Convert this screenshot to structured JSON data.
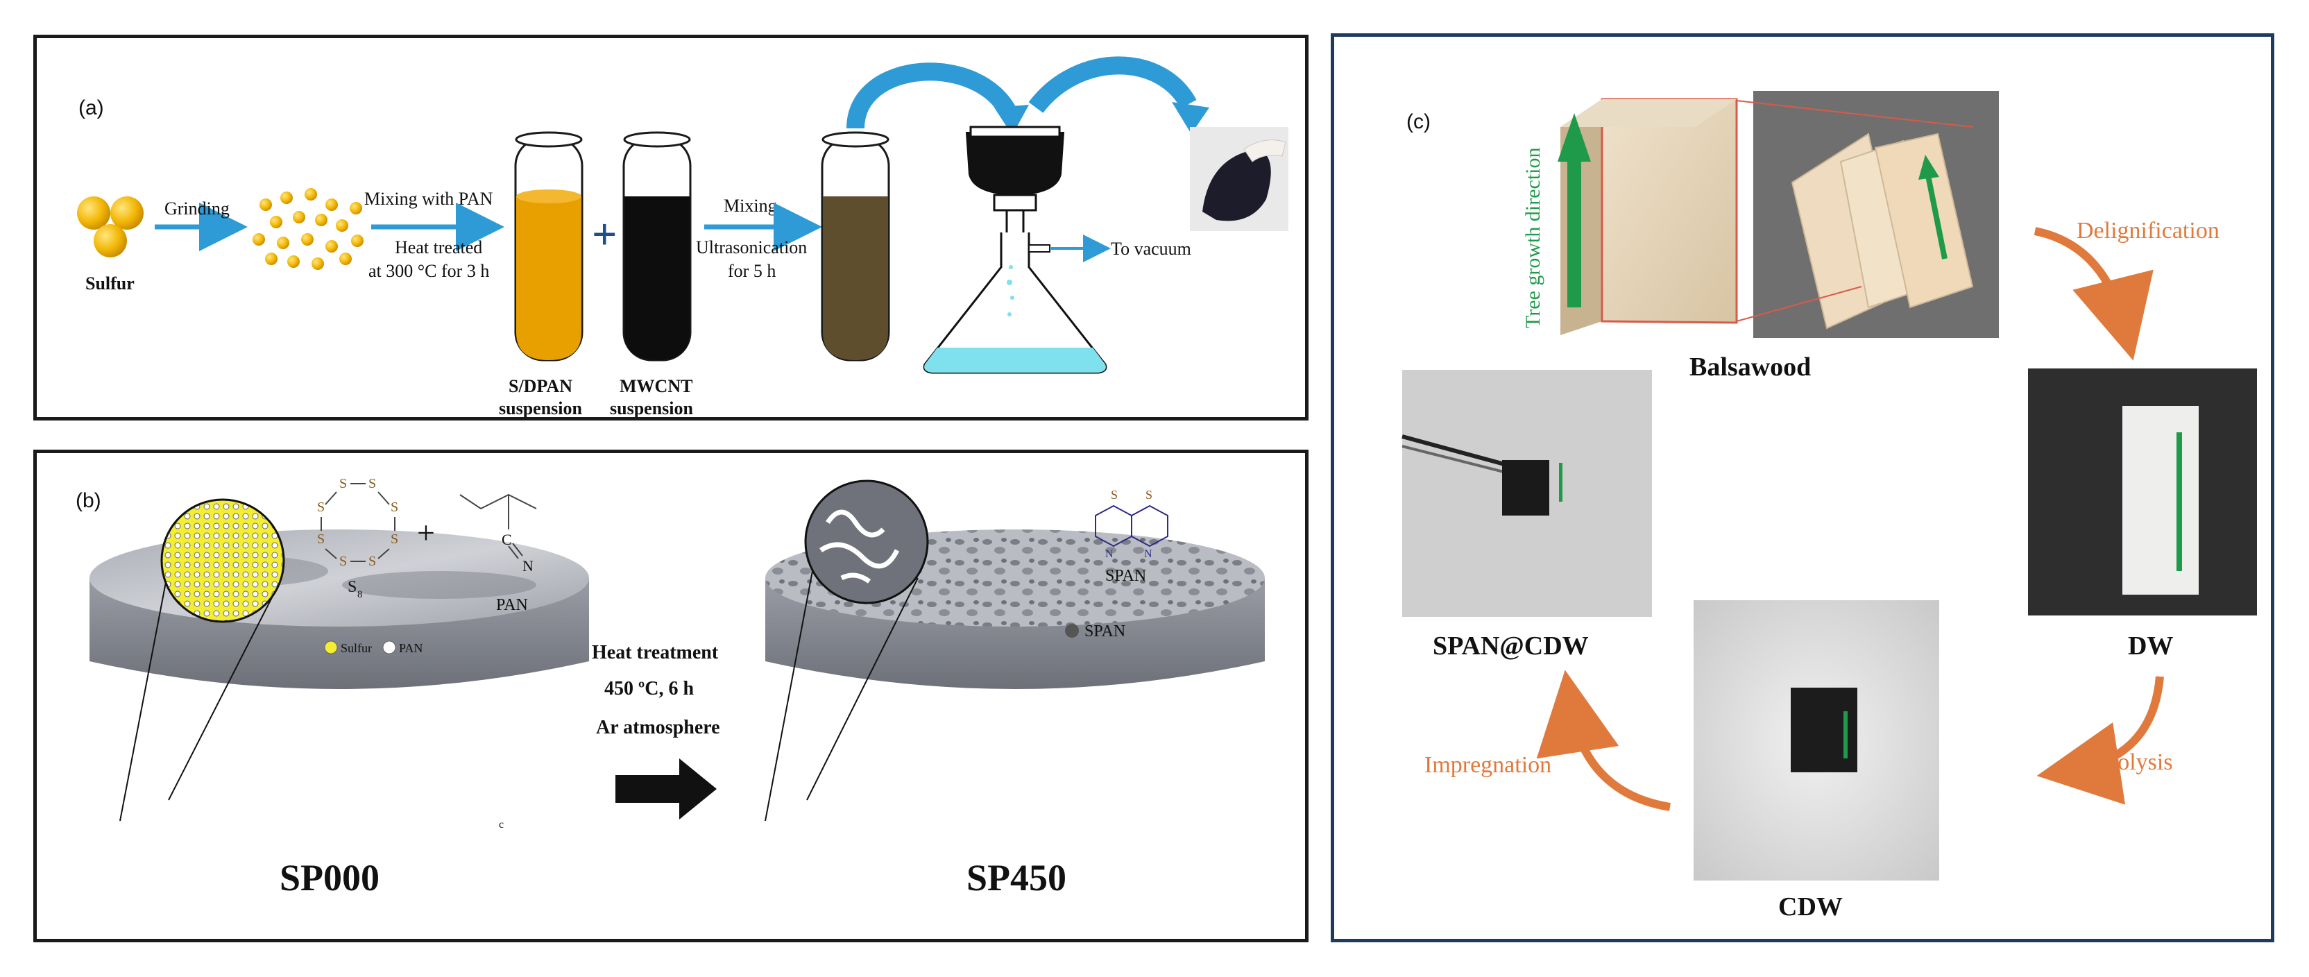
{
  "panel_a": {
    "label": "(a)",
    "sulfur": "Sulfur",
    "grinding": "Grinding",
    "mixing_pan": "Mixing with PAN",
    "heat_1": "Heat treated",
    "heat_2": "at 300 °C for 3 h",
    "mixing": "Mixing",
    "ultra_1": "Ultrasonication",
    "ultra_2": "for 5 h",
    "to_vacuum": "To vacuum",
    "sdpan_1": "S/DPAN",
    "sdpan_2": "suspension",
    "mwcnt_1": "MWCNT",
    "mwcnt_2": "suspension",
    "plus": "+"
  },
  "panel_b": {
    "label": "(b)",
    "s8": "S",
    "s8_sub": "8",
    "s_atom": "S",
    "plus": "+",
    "pan_label": "PAN",
    "pan_c": "C",
    "pan_n": "N",
    "legend_sulfur": "Sulfur",
    "legend_pan": "PAN",
    "heat_title": "Heat treatment",
    "heat_temp": "450 ºC, 6 h",
    "heat_atm": "Ar atmosphere",
    "span_label": "SPAN",
    "span_legend": "SPAN",
    "sp000": "SP000",
    "sp450": "SP450",
    "tiny_mark": "c",
    "n_atom": "N"
  },
  "panel_c": {
    "label": "(c)",
    "tree_growth": "Tree growth direction",
    "balsawood": "Balsawood",
    "delignification": "Delignification",
    "dw": "DW",
    "pyrolysis": "Pyrolysis",
    "cdw": "CDW",
    "impregnation": "Impregnation",
    "span_cdw": "SPAN@CDW"
  },
  "colors": {
    "sulfur_yellow": "#f2b705",
    "arrow_blue": "#2e9bd6",
    "orange_text": "#e07a3c",
    "green_arrow": "#1f9a4a",
    "water_cyan": "#7fe0ee",
    "sdpan_orange": "#e8a000",
    "mixture_brown": "#5f4e2e",
    "frame_navy": "#1f3a5f"
  }
}
